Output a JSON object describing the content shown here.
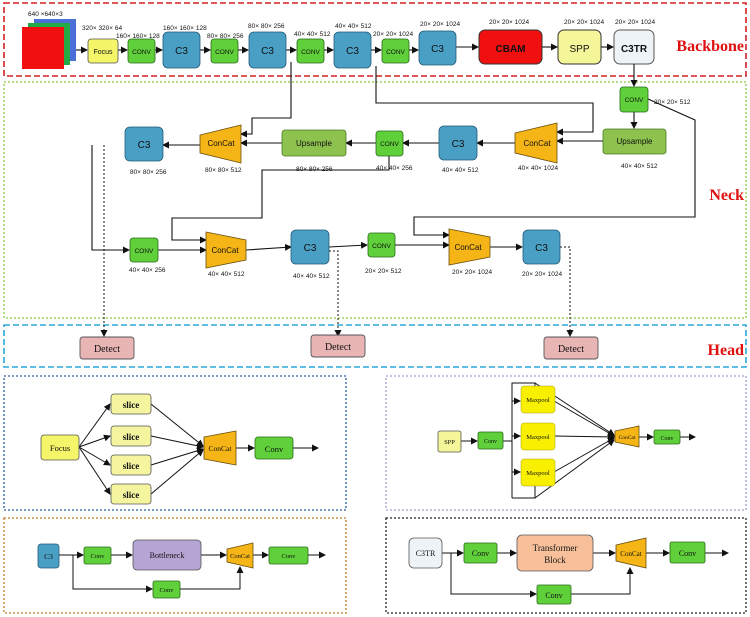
{
  "sections": {
    "backbone": "Backbone",
    "neck": "Neck",
    "head": "Head"
  },
  "backbone": {
    "input_label": "640 ×640×3",
    "focus": "Focus",
    "focus_dim": "320× 320× 64",
    "conv1": "CONV",
    "conv1_dim": "160× 160× 128",
    "c3_1": "C3",
    "c3_1_dim": "160× 160× 128",
    "conv2": "CONV",
    "conv2_dim": "80× 80× 256",
    "c3_2": "C3",
    "c3_2_dim": "80× 80× 256",
    "conv3": "CONV",
    "conv3_dim": "40× 40× 512",
    "c3_3": "C3",
    "c3_3_dim": "40× 40× 512",
    "conv4": "CONV",
    "conv4_dim": "20× 20× 1024",
    "c3_4": "C3",
    "c3_4_dim": "20× 20× 1024",
    "cbam": "CBAM",
    "cbam_dim": "20× 20× 1024",
    "spp": "SPP",
    "spp_dim": "20× 20× 1024",
    "c3tr": "C3TR",
    "c3tr_dim": "20× 20× 1024"
  },
  "neck": {
    "conv_a": "CONV",
    "conv_a_dim": "20× 20× 512",
    "ups_a": "Upsample",
    "ups_a_dim": "40× 40× 512",
    "concat_a": "ConCat",
    "concat_a_dim": "40× 40× 1024",
    "c3_a": "C3",
    "c3_a_dim": "40× 40× 512",
    "conv_b": "CONV",
    "conv_b_dim": "40× 40× 256",
    "ups_b": "Upsample",
    "ups_b_dim": "80× 80× 256",
    "concat_b": "ConCat",
    "concat_b_dim": "80× 80× 512",
    "c3_b": "C3",
    "c3_b_dim": "80× 80× 256",
    "conv_c": "CONV",
    "conv_c_dim": "40× 40× 256",
    "concat_c": "ConCat",
    "concat_c_dim": "40× 40× 512",
    "c3_c": "C3",
    "c3_c_dim": "40× 40× 512",
    "conv_d": "CONV",
    "conv_d_dim": "20× 20× 512",
    "concat_d": "ConCat",
    "concat_d_dim": "20× 20× 1024",
    "c3_d": "C3",
    "c3_d_dim": "20× 20× 1024"
  },
  "head": {
    "detect1": "Detect",
    "detect2": "Detect",
    "detect3": "Detect"
  },
  "focus_module": {
    "input": "Focus",
    "slice1": "slice",
    "slice2": "slice",
    "slice3": "slice",
    "slice4": "slice",
    "concat": "ConCat",
    "conv": "Conv"
  },
  "spp_module": {
    "input": "SPP",
    "conv": "Conv",
    "pool1": "Maxpool",
    "pool2": "Maxpool",
    "pool3": "Maxpool",
    "concat": "ConCat",
    "conv_out": "Conv"
  },
  "c3_module": {
    "input": "C3",
    "conv1": "Conv",
    "bottleneck": "Bottleneck",
    "concat": "ConCat",
    "conv_out": "Conv",
    "conv_skip": "Conv"
  },
  "c3tr_module": {
    "input": "C3TR",
    "conv1": "Conv",
    "transformer_line1": "Transformer",
    "transformer_line2": "Block",
    "concat": "ConCat",
    "conv_out": "Conv",
    "conv_skip": "Conv"
  },
  "colors": {
    "c3": "#4a9fc4",
    "conv": "#5fd03a",
    "concat": "#f5b516",
    "upsample": "#8ec24f",
    "focus": "#f5f56a",
    "spp": "#f5f59a",
    "cbam": "#f01010",
    "c3tr": "#eef3f8",
    "detect": "#e8b4b4",
    "slice": "#f5f5a0",
    "bottleneck": "#b5a4d4",
    "transformer": "#f8c09a",
    "maxpool": "#f8f000",
    "backbone_border": "#d42020",
    "neck_border": "#88cc44",
    "head_border": "#2aa8d8",
    "section_text": "#e01010"
  }
}
